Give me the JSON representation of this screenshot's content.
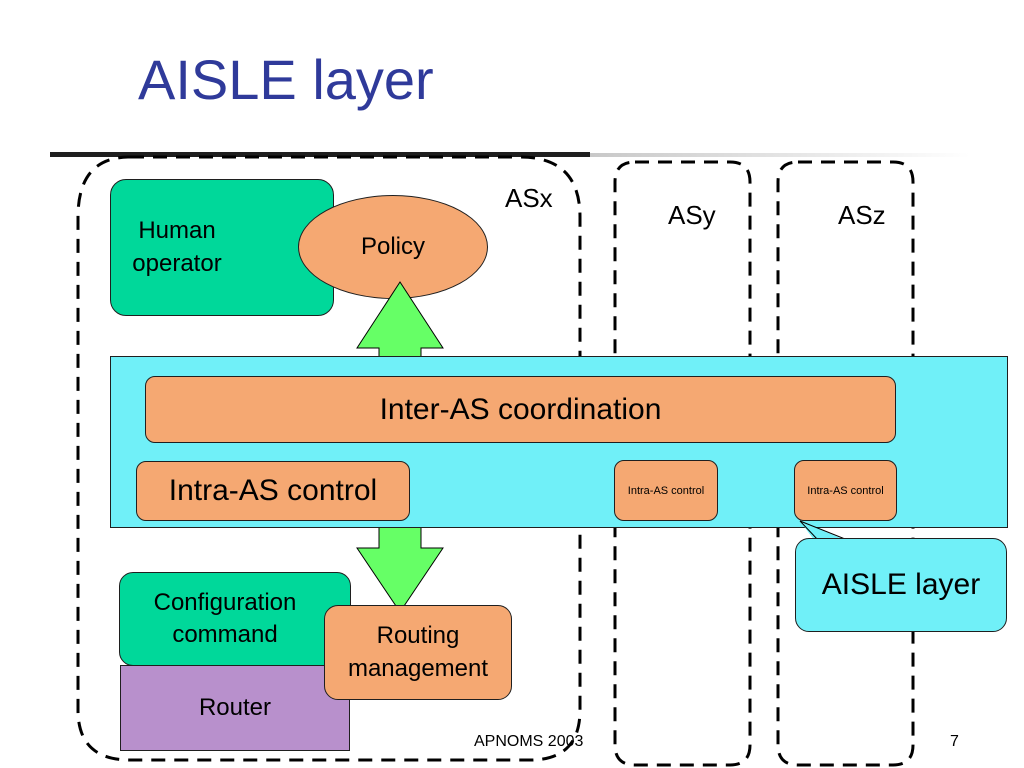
{
  "title": "AISLE layer",
  "as_labels": {
    "asx": "ASx",
    "asy": "ASy",
    "asz": "ASz"
  },
  "boxes": {
    "human_operator": "Human operator",
    "policy": "Policy",
    "inter_as_coordination": "Inter-AS coordination",
    "intra_as_control_main": "Intra-AS control",
    "intra_as_control_asy": "Intra-AS control",
    "intra_as_control_asz": "Intra-AS control",
    "configuration_command": "Configuration command",
    "router": "Router",
    "routing_management": "Routing management"
  },
  "callout": "AISLE layer",
  "footer": {
    "center": "APNOMS 2003",
    "page_number": "7"
  },
  "colors": {
    "title": "#2f3a9a",
    "aisle_band": "#70f0f8",
    "green_box": "#00d89a",
    "orange_box": "#f5a872",
    "router": "#b890cc",
    "arrow": "#66ff66"
  }
}
